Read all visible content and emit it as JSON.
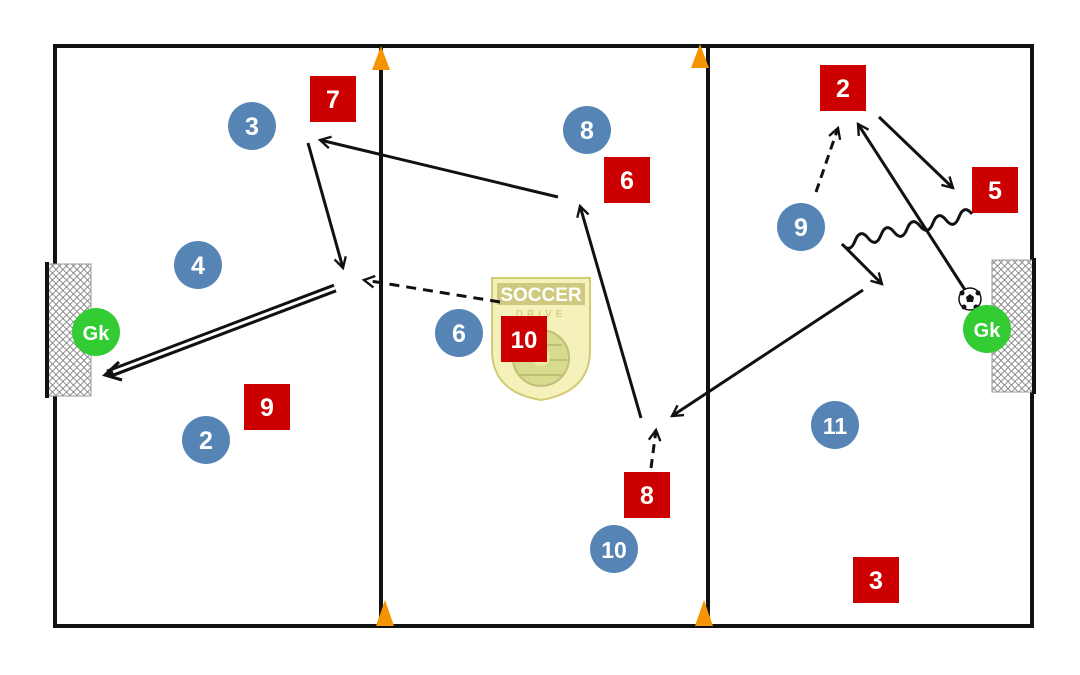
{
  "colors": {
    "blue_team": "#5685b5",
    "red_team": "#cc0000",
    "goalkeeper": "#33cc33",
    "cone": "#f59300",
    "line": "#111111",
    "logo": "#e8e07a"
  },
  "logo": {
    "text_top": "SOCCER",
    "text_bottom": "DRIVE"
  },
  "goalkeepers": {
    "left": "Gk",
    "right": "Gk"
  },
  "blue_players": [
    "3",
    "4",
    "2",
    "8",
    "6",
    "10",
    "9",
    "11"
  ],
  "red_players": [
    "7",
    "9",
    "6",
    "10",
    "8",
    "2",
    "5",
    "3"
  ],
  "icons": [
    "cone-icon",
    "ball-icon",
    "goal-net-icon",
    "soccer-drive-logo"
  ]
}
